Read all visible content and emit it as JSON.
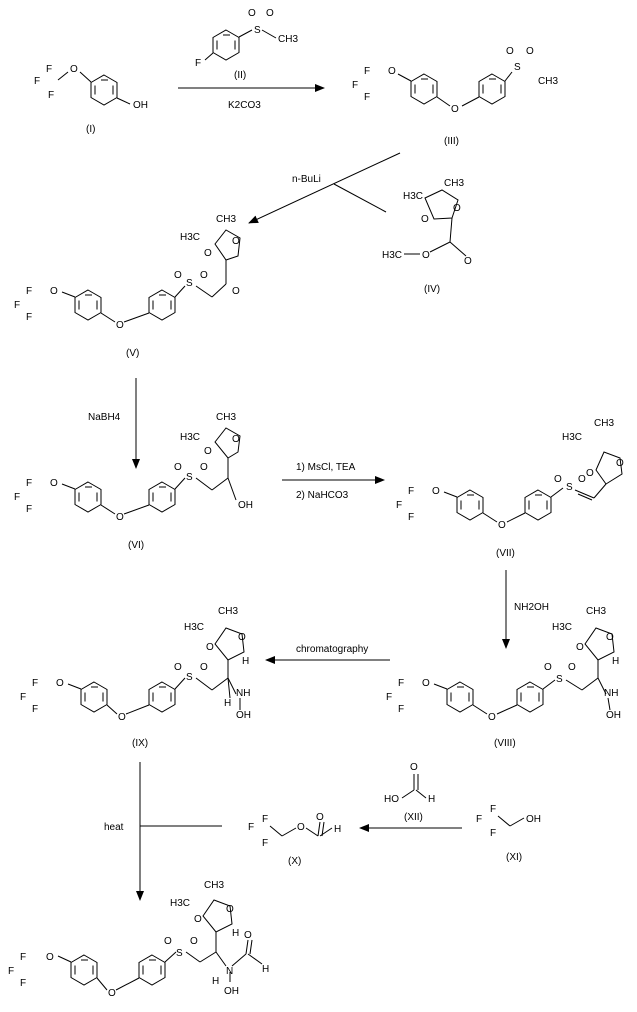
{
  "compounds": {
    "I": "(I)",
    "II": "(II)",
    "III": "(III)",
    "IV": "(IV)",
    "V": "(V)",
    "VI": "(VI)",
    "VII": "(VII)",
    "VIII": "(VIII)",
    "IX": "(IX)",
    "X": "(X)",
    "XI": "(XI)",
    "XII": "(XII)"
  },
  "reagents": {
    "k2co3": "K2CO3",
    "nbuli": "n-BuLi",
    "nabh4": "NaBH4",
    "mscl": "1) MsCl, TEA",
    "nahco3": "2) NaHCO3",
    "nh2oh": "NH2OH",
    "chromatography": "chromatography",
    "heat": "heat"
  },
  "atoms": {
    "F": "F",
    "O": "O",
    "OH": "OH",
    "HO": "HO",
    "S": "S",
    "NH": "NH",
    "N": "N",
    "H": "H",
    "H3C": "H3C",
    "CH3": "CH3",
    "CH3_lower": "CH3"
  }
}
